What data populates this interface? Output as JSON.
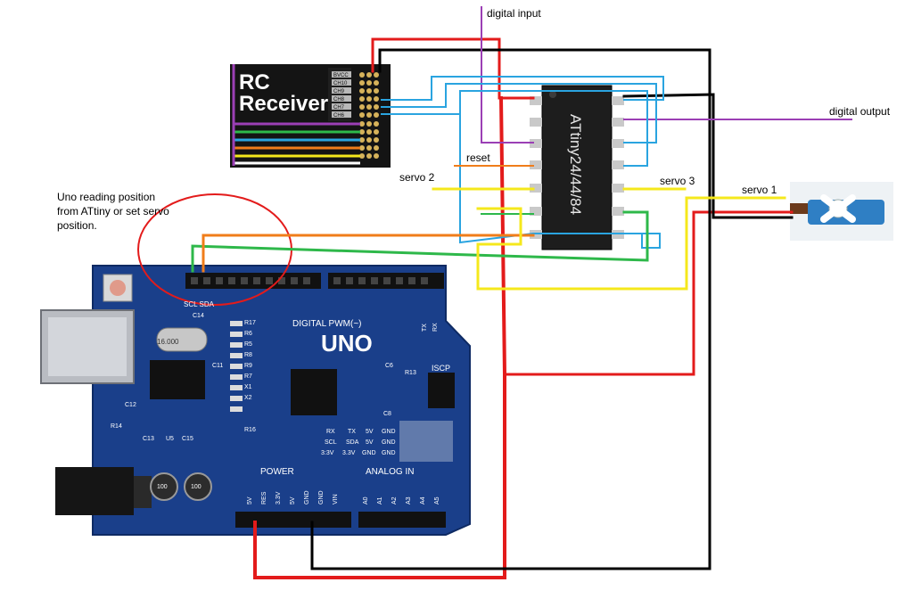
{
  "labels": {
    "digital_input": "digital input",
    "digital_output": "digital output",
    "reset": "reset",
    "servo2": "servo 2",
    "servo3": "servo 3",
    "servo1": "servo 1",
    "uno_note": "Uno reading position from ATtiny or set servo position."
  },
  "receiver": {
    "title_line1": "RC",
    "title_line2": "Receiver",
    "pins": [
      "BVCC",
      "CH10",
      "CH9",
      "CH8",
      "CH7",
      "CH6"
    ]
  },
  "chip": {
    "label": "ATtiny24/44/84"
  },
  "uno": {
    "logo": "UNO",
    "digital_pwm": "DIGITAL PWM(~)",
    "power": "POWER",
    "analog_in": "ANALOG IN",
    "isp": "ISCP",
    "scl_sda": "SCL SDA",
    "gnd_aref": "GND",
    "tx": "TX",
    "rx": "RX",
    "power_pins": [
      "5V",
      "RES",
      "3.3V",
      "5V",
      "GND",
      "GND",
      "VIN"
    ],
    "analog_pins": [
      "A0",
      "A1",
      "A2",
      "A3",
      "A4",
      "A5"
    ],
    "right_block": [
      "RX",
      "TX",
      "5V",
      "GND",
      "SCL",
      "SDA",
      "5V",
      "GND",
      "3:3V",
      "3.3V",
      "GND",
      "GND"
    ],
    "components": [
      "R17",
      "R6",
      "R8",
      "R9",
      "R7",
      "R13",
      "C6",
      "C11",
      "C12",
      "R14",
      "C13",
      "U5",
      "C15",
      "C14",
      "R16",
      "C8",
      "R5",
      "X1",
      "X2"
    ],
    "cap_label": "100"
  },
  "colors": {
    "red": "#e31b1b",
    "black": "#000000",
    "blue": "#2aa4e0",
    "purple": "#9b3fb5",
    "green": "#2eb84a",
    "orange": "#f07d1a",
    "yellow": "#f5e81c",
    "board": "#1a3f8a",
    "chip": "#1d1d1d"
  }
}
